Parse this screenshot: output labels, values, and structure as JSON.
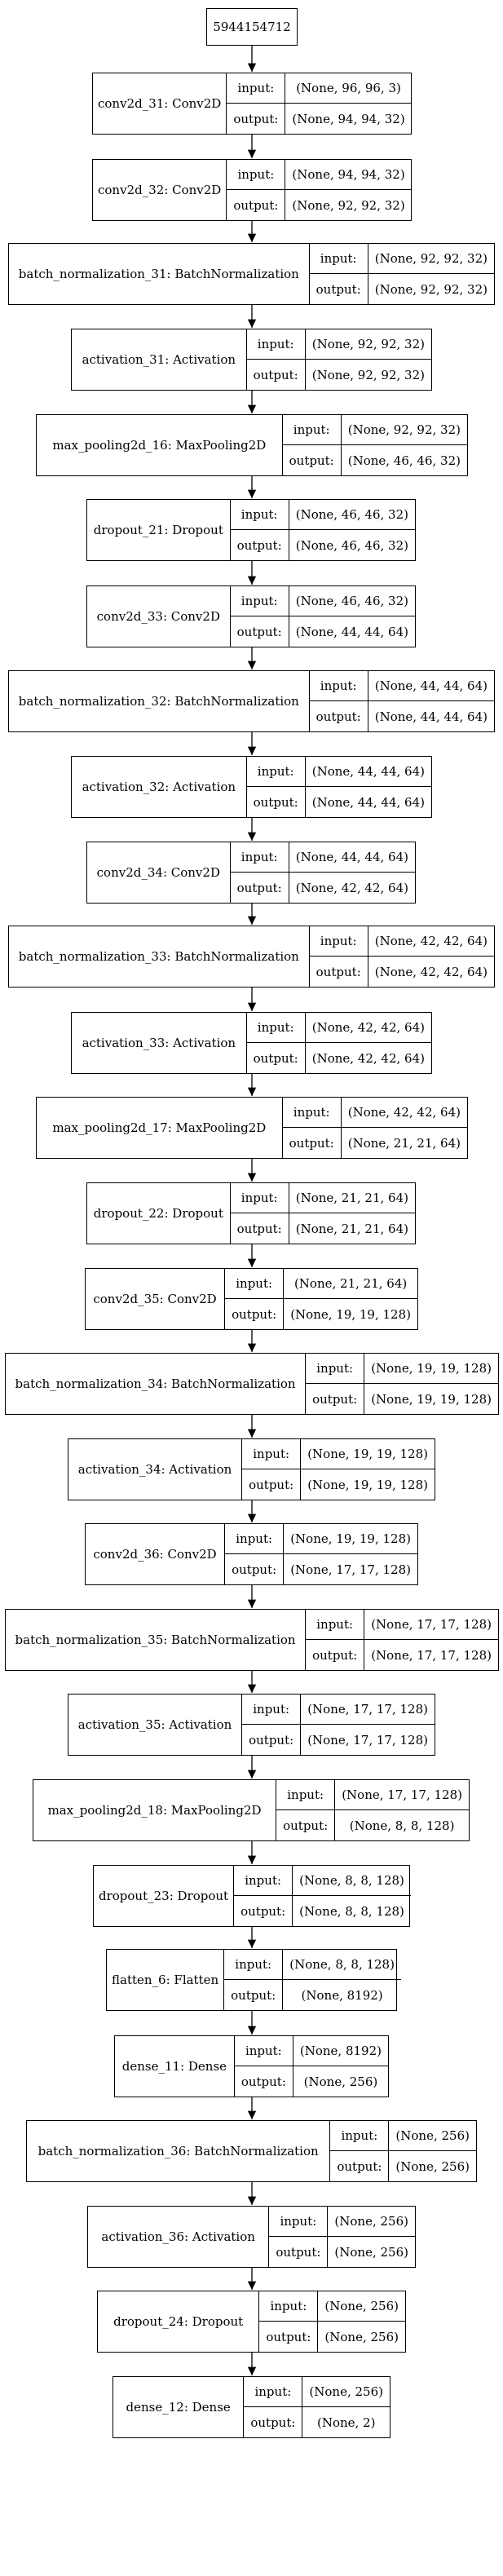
{
  "root_label": "5944154712",
  "input_label": "input:",
  "output_label": "output:",
  "layers": [
    {
      "name": "conv2d_31: Conv2D",
      "input": "(None, 96, 96, 3)",
      "output": "(None, 94, 94, 32)"
    },
    {
      "name": "conv2d_32: Conv2D",
      "input": "(None, 94, 94, 32)",
      "output": "(None, 92, 92, 32)"
    },
    {
      "name": "batch_normalization_31: BatchNormalization",
      "input": "(None, 92, 92, 32)",
      "output": "(None, 92, 92, 32)"
    },
    {
      "name": "activation_31: Activation",
      "input": "(None, 92, 92, 32)",
      "output": "(None, 92, 92, 32)"
    },
    {
      "name": "max_pooling2d_16: MaxPooling2D",
      "input": "(None, 92, 92, 32)",
      "output": "(None, 46, 46, 32)"
    },
    {
      "name": "dropout_21: Dropout",
      "input": "(None, 46, 46, 32)",
      "output": "(None, 46, 46, 32)"
    },
    {
      "name": "conv2d_33: Conv2D",
      "input": "(None, 46, 46, 32)",
      "output": "(None, 44, 44, 64)"
    },
    {
      "name": "batch_normalization_32: BatchNormalization",
      "input": "(None, 44, 44, 64)",
      "output": "(None, 44, 44, 64)"
    },
    {
      "name": "activation_32: Activation",
      "input": "(None, 44, 44, 64)",
      "output": "(None, 44, 44, 64)"
    },
    {
      "name": "conv2d_34: Conv2D",
      "input": "(None, 44, 44, 64)",
      "output": "(None, 42, 42, 64)"
    },
    {
      "name": "batch_normalization_33: BatchNormalization",
      "input": "(None, 42, 42, 64)",
      "output": "(None, 42, 42, 64)"
    },
    {
      "name": "activation_33: Activation",
      "input": "(None, 42, 42, 64)",
      "output": "(None, 42, 42, 64)"
    },
    {
      "name": "max_pooling2d_17: MaxPooling2D",
      "input": "(None, 42, 42, 64)",
      "output": "(None, 21, 21, 64)"
    },
    {
      "name": "dropout_22: Dropout",
      "input": "(None, 21, 21, 64)",
      "output": "(None, 21, 21, 64)"
    },
    {
      "name": "conv2d_35: Conv2D",
      "input": "(None, 21, 21, 64)",
      "output": "(None, 19, 19, 128)"
    },
    {
      "name": "batch_normalization_34: BatchNormalization",
      "input": "(None, 19, 19, 128)",
      "output": "(None, 19, 19, 128)"
    },
    {
      "name": "activation_34: Activation",
      "input": "(None, 19, 19, 128)",
      "output": "(None, 19, 19, 128)"
    },
    {
      "name": "conv2d_36: Conv2D",
      "input": "(None, 19, 19, 128)",
      "output": "(None, 17, 17, 128)"
    },
    {
      "name": "batch_normalization_35: BatchNormalization",
      "input": "(None, 17, 17, 128)",
      "output": "(None, 17, 17, 128)"
    },
    {
      "name": "activation_35: Activation",
      "input": "(None, 17, 17, 128)",
      "output": "(None, 17, 17, 128)"
    },
    {
      "name": "max_pooling2d_18: MaxPooling2D",
      "input": "(None, 17, 17, 128)",
      "output": "(None, 8, 8, 128)"
    },
    {
      "name": "dropout_23: Dropout",
      "input": "(None, 8, 8, 128)",
      "output": "(None, 8, 8, 128)"
    },
    {
      "name": "flatten_6: Flatten",
      "input": "(None, 8, 8, 128)",
      "output": "(None, 8192)"
    },
    {
      "name": "dense_11: Dense",
      "input": "(None, 8192)",
      "output": "(None, 256)"
    },
    {
      "name": "batch_normalization_36: BatchNormalization",
      "input": "(None, 256)",
      "output": "(None, 256)"
    },
    {
      "name": "activation_36: Activation",
      "input": "(None, 256)",
      "output": "(None, 256)"
    },
    {
      "name": "dropout_24: Dropout",
      "input": "(None, 256)",
      "output": "(None, 256)"
    },
    {
      "name": "dense_12: Dense",
      "input": "(None, 256)",
      "output": "(None, 2)"
    }
  ]
}
